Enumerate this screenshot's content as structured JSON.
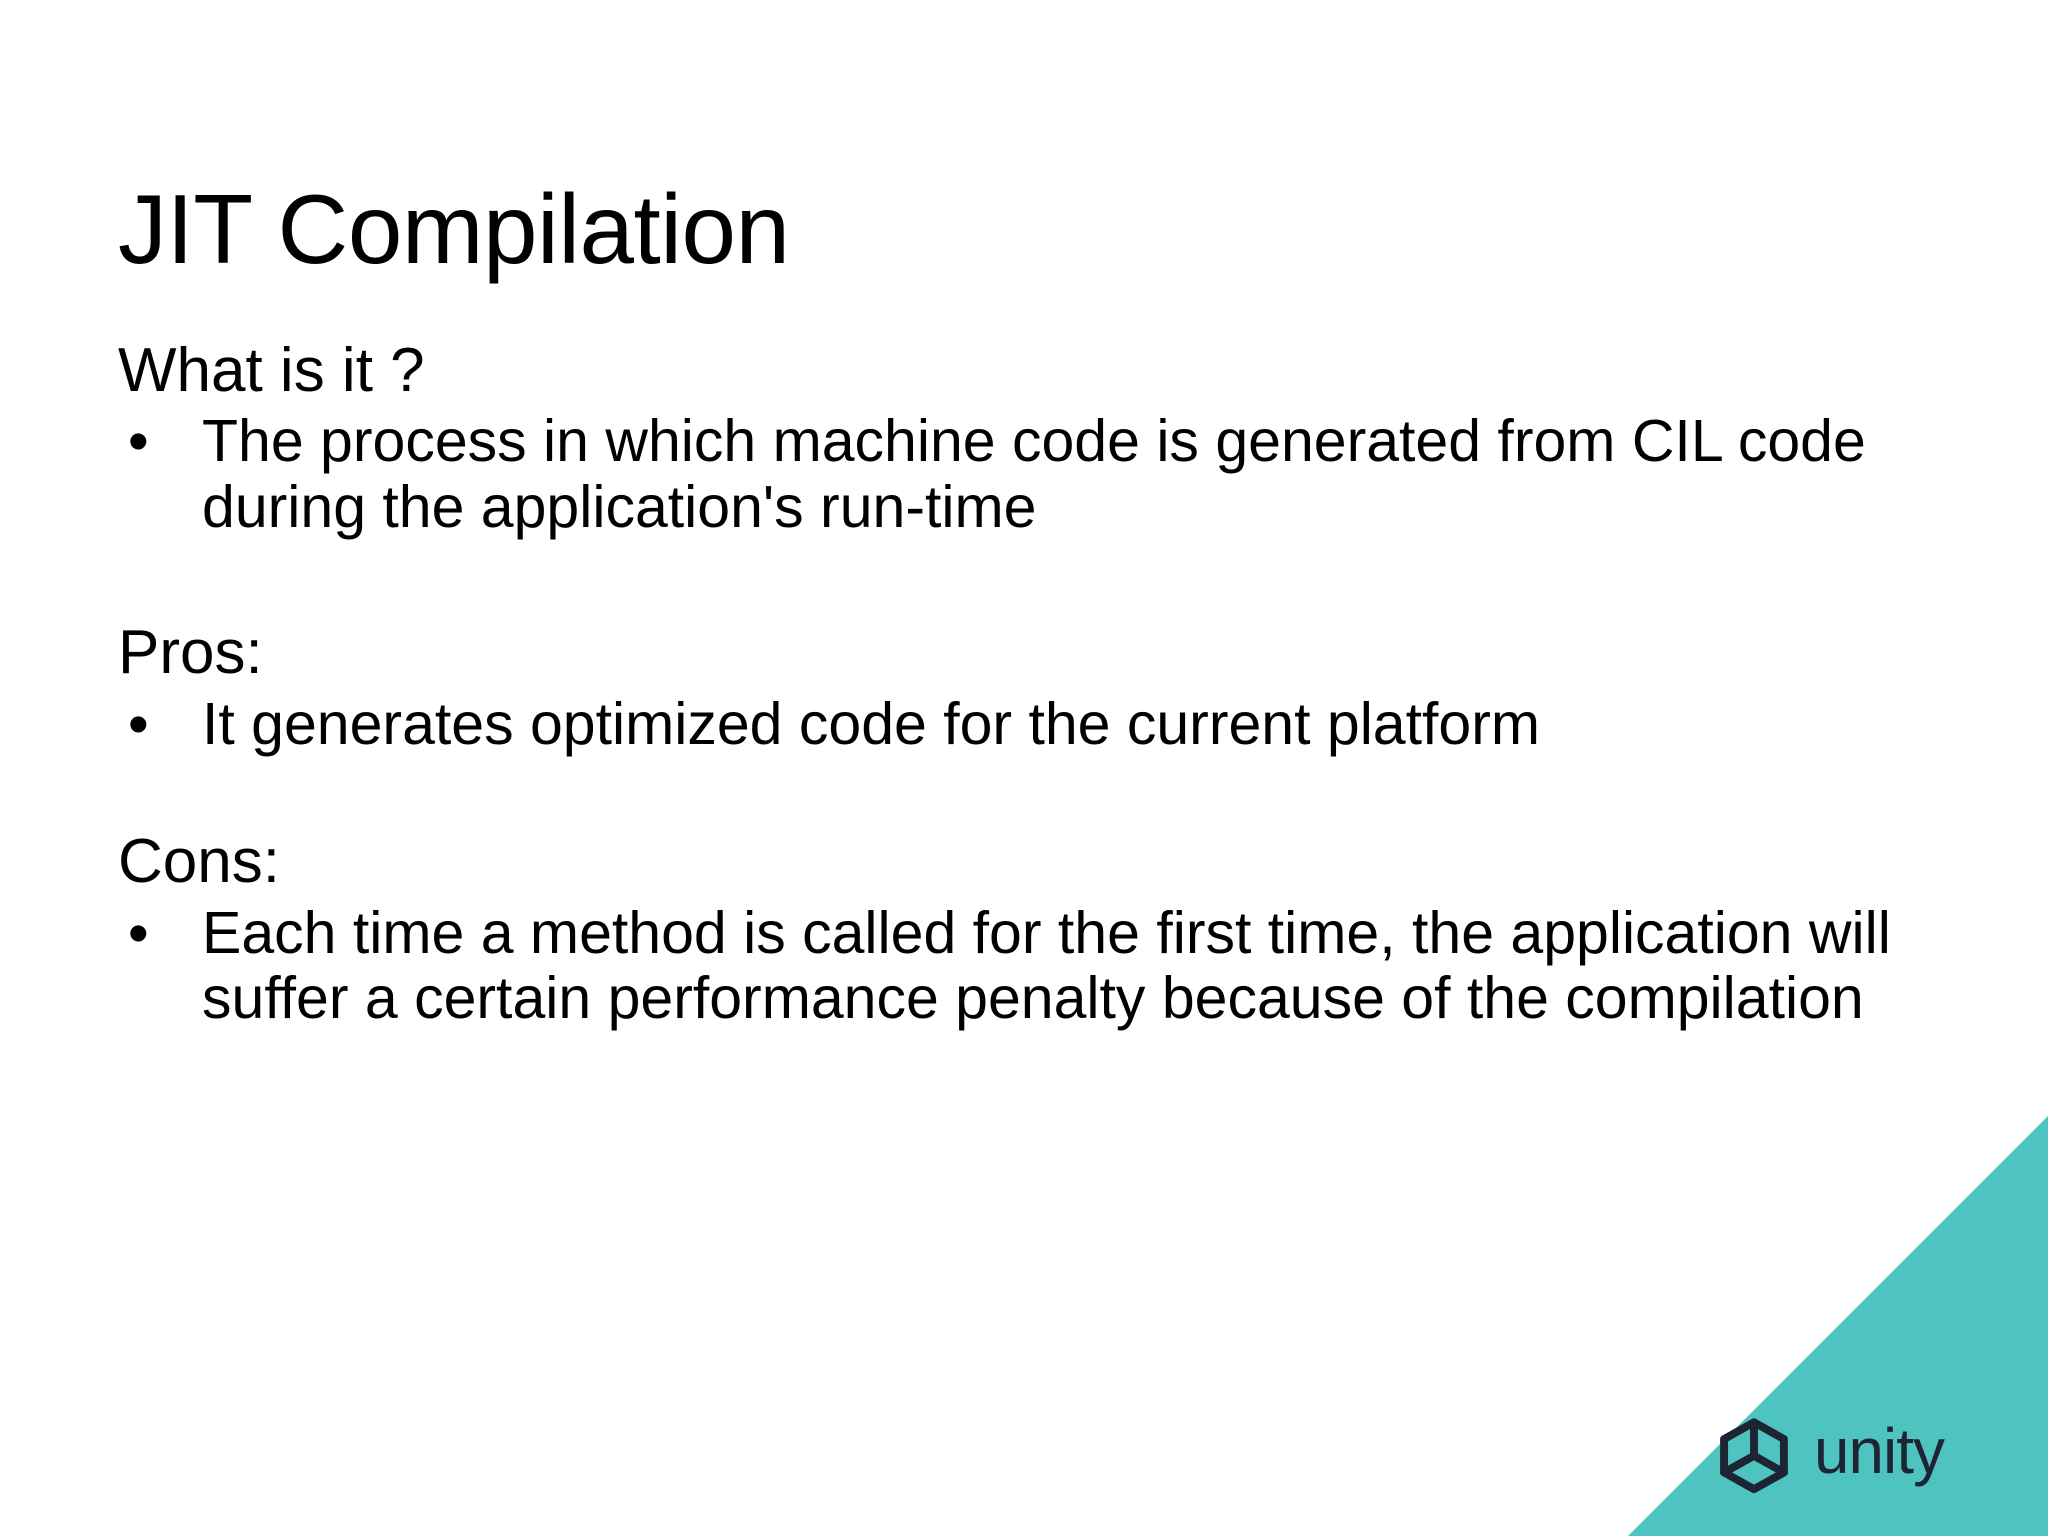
{
  "slide": {
    "title": "JIT Compilation",
    "background_color": "#FFFFFF",
    "text_color": "#000000",
    "sections": [
      {
        "heading": "What is it ?",
        "bullets": [
          "The process in which machine code is generated from CIL code during the application's run-time"
        ]
      },
      {
        "heading": "Pros:",
        "bullets": [
          "It generates optimized code for the current platform"
        ]
      },
      {
        "heading": "Cons:",
        "bullets": [
          "Each time a method is called for the first time, the application will suffer a certain performance penalty because of the compilation"
        ]
      }
    ],
    "bullet_glyph": "•"
  },
  "branding": {
    "name": "unity",
    "wordmark": "unity",
    "corner_color": "#4FC3C0",
    "logo_color": "#1D2433"
  }
}
